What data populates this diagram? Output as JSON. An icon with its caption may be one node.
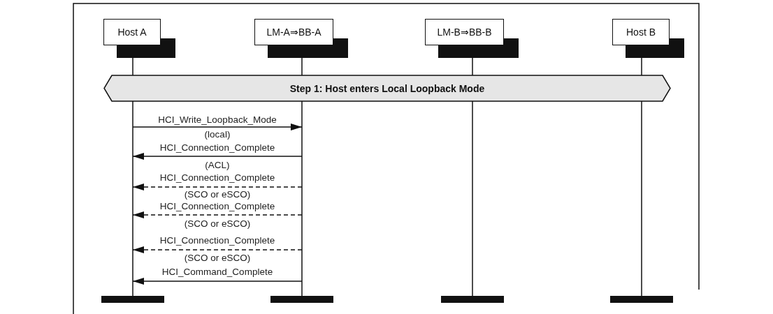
{
  "diagram": {
    "nodes": [
      {
        "text": [
          "Host A"
        ]
      },
      {
        "text": [
          "LM-A⇒BB-A"
        ]
      },
      {
        "text": [
          "LM-B⇒BB-B"
        ]
      },
      {
        "text": [
          "Host B"
        ]
      },
      {
        "text": [
          "Step 1: Host enters Local Loopback Mode"
        ]
      }
    ],
    "edges": [
      {
        "from": 0,
        "to": 1,
        "arrow": "to",
        "label": "HCI_Write_Loopback_Mode"
      },
      {
        "from": 1,
        "to": 0,
        "arrow": "to",
        "label": "HCI_Connection_Complete"
      },
      {
        "from": 1,
        "to": 0,
        "arrow": "to",
        "label": "HCI_Connection_Complete",
        "style": "dashed"
      },
      {
        "from": 1,
        "to": 0,
        "arrow": "to",
        "label": "HCI_Connection_Complete",
        "style": "dashed"
      },
      {
        "from": 1,
        "to": 0,
        "arrow": "to",
        "label": "HCI_Connection_Complete",
        "style": "dashed"
      },
      {
        "from": 1,
        "to": 0,
        "arrow": "to",
        "label": "HCI_Command_Complete"
      }
    ],
    "labels": [
      "(local)",
      "(ACL)",
      "(SCO or eSCO)",
      "(SCO or eSCO)",
      "(SCO or eSCO)"
    ]
  }
}
